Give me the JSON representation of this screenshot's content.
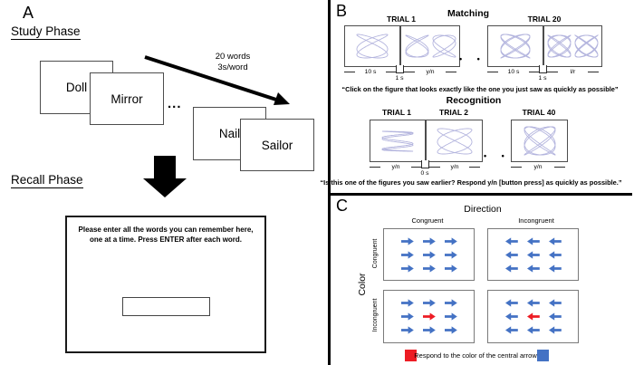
{
  "panel_a": {
    "label": "A",
    "study_phase_heading": "Study Phase",
    "recall_phase_heading": "Recall Phase",
    "card1": "Doll",
    "card2": "Mirror",
    "card3": "Nail",
    "card4": "Sailor",
    "ellipsis": "...",
    "arrow_note_line1": "20 words",
    "arrow_note_line2": "3s/word",
    "recall_screen": {
      "instruction": "Please enter all the words you can remember here, one at a time. Press ENTER after each word."
    }
  },
  "panel_b": {
    "label": "B",
    "matching": {
      "title": "Matching",
      "trial1_label": "TRIAL 1",
      "trial20_label": "TRIAL 20",
      "stim_duration": "10 s",
      "response_trial1": "y/n",
      "response_trial20": "l/r",
      "isi": "1 s",
      "dots": "•  •  •",
      "instruction": "“Click on the figure that looks exactly like the one you just saw as quickly as possible”"
    },
    "recognition": {
      "title": "Recognition",
      "trial1_label": "TRIAL 1",
      "trial2_label": "TRIAL 2",
      "trial40_label": "TRIAL 40",
      "response": "y/n",
      "isi": "0 s",
      "dots": "•  •  •",
      "instruction": "“Is this one of the figures you saw earlier?  Respond y/n [button press] as quickly as possible.”"
    }
  },
  "panel_c": {
    "label": "C",
    "column_axis": "Direction",
    "row_axis": "Color",
    "col_label_congruent": "Congruent",
    "col_label_incongruent": "Incongruent",
    "row_label_congruent": "Congruent",
    "row_label_incongruent": "Incongruent",
    "legend_text": "Respond to the color of the central arrow",
    "colors": {
      "blue": "#4472c4",
      "red": "#ed1c24",
      "figure_stroke": "#b4b5de"
    },
    "quadrants": [
      {
        "name": "color-congruent-direction-congruent",
        "flanker_direction": "right",
        "center_direction": "right",
        "center_color": "blue"
      },
      {
        "name": "color-congruent-direction-incongruent",
        "flanker_direction": "left",
        "center_direction": "left",
        "center_color": "blue"
      },
      {
        "name": "color-incongruent-direction-congruent",
        "flanker_direction": "right",
        "center_direction": "right",
        "center_color": "red"
      },
      {
        "name": "color-incongruent-direction-incongruent",
        "flanker_direction": "left",
        "center_direction": "left",
        "center_color": "red"
      }
    ]
  }
}
